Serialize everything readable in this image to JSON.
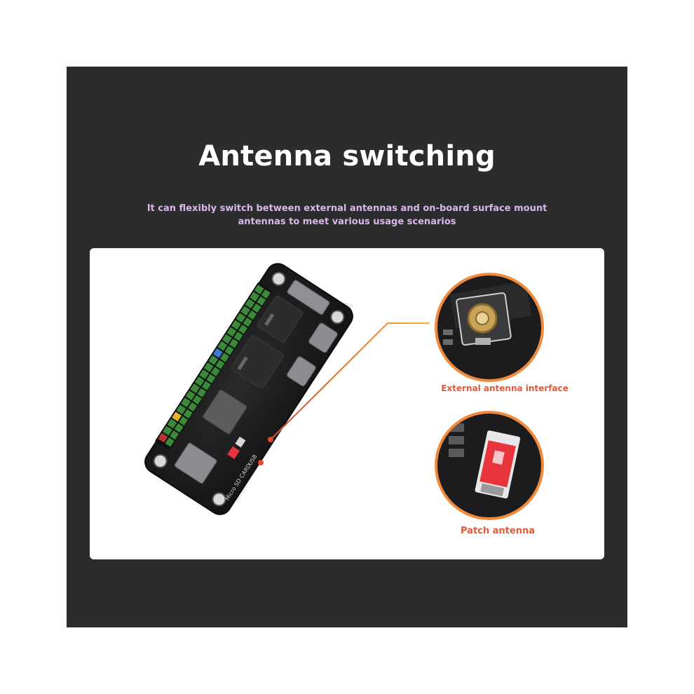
{
  "header": {
    "title": "Antenna switching",
    "subtitle": "It can flexibly switch between external antennas and on-board surface mount antennas to meet various usage scenarios"
  },
  "board": {
    "silkscreen_sd": "Micro SD CARD",
    "silkscreen_usb": "USB"
  },
  "callouts": [
    {
      "label": "External antenna interface"
    },
    {
      "label": "Patch antenna"
    }
  ],
  "colors": {
    "panel_background": "#2b2c2e",
    "card_background": "#ffffff",
    "title_text": "#ffffff",
    "subtitle_text": "#d9b8e8",
    "callout_text": "#e05a3a",
    "callout_line": "#f3a24a",
    "zoom_ring": "#f28a3c",
    "board_pcb": "#1b1b1d",
    "header_pins_green": "#3a8a3a",
    "patch_antenna": "#e8343c"
  }
}
